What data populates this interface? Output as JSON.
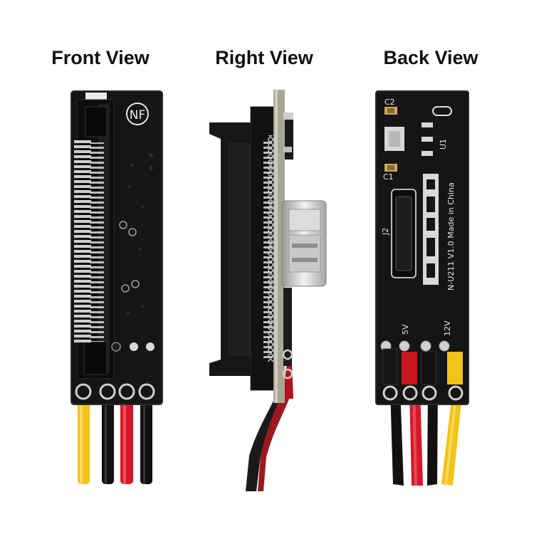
{
  "titles": {
    "front": "Front View",
    "right": "Right View",
    "back": "Back View"
  },
  "silkscreen": {
    "c2": "C2",
    "c1": "C1",
    "u1": "U1",
    "j2": "J2",
    "label_5v": "5V",
    "label_12v": "12V",
    "model_line": "N-U211  V1.0  Made  in  China"
  },
  "colors": {
    "pcb": "#151515",
    "wire_yellow": "#f2c318",
    "wire_red": "#d4192a",
    "wire_black": "#111111",
    "silkscreen": "#e6e6e6"
  }
}
